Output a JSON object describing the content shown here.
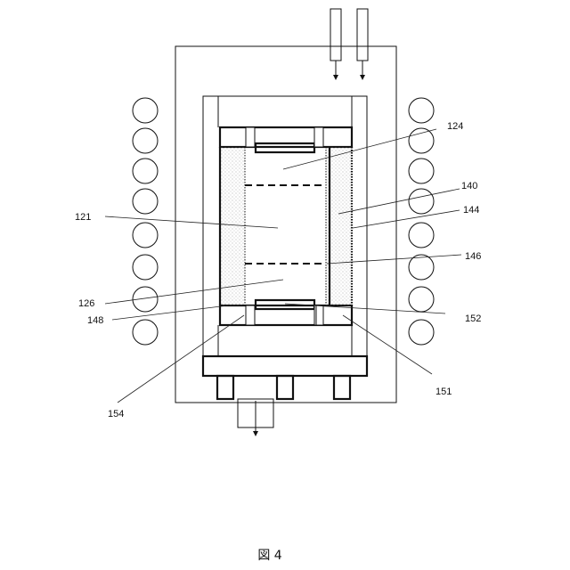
{
  "labels": {
    "l124": "124",
    "l140": "140",
    "l144": "144",
    "l121": "121",
    "l146": "146",
    "l126": "126",
    "l148": "148",
    "l152": "152",
    "l151": "151",
    "l154": "154"
  },
  "caption": "図 4"
}
